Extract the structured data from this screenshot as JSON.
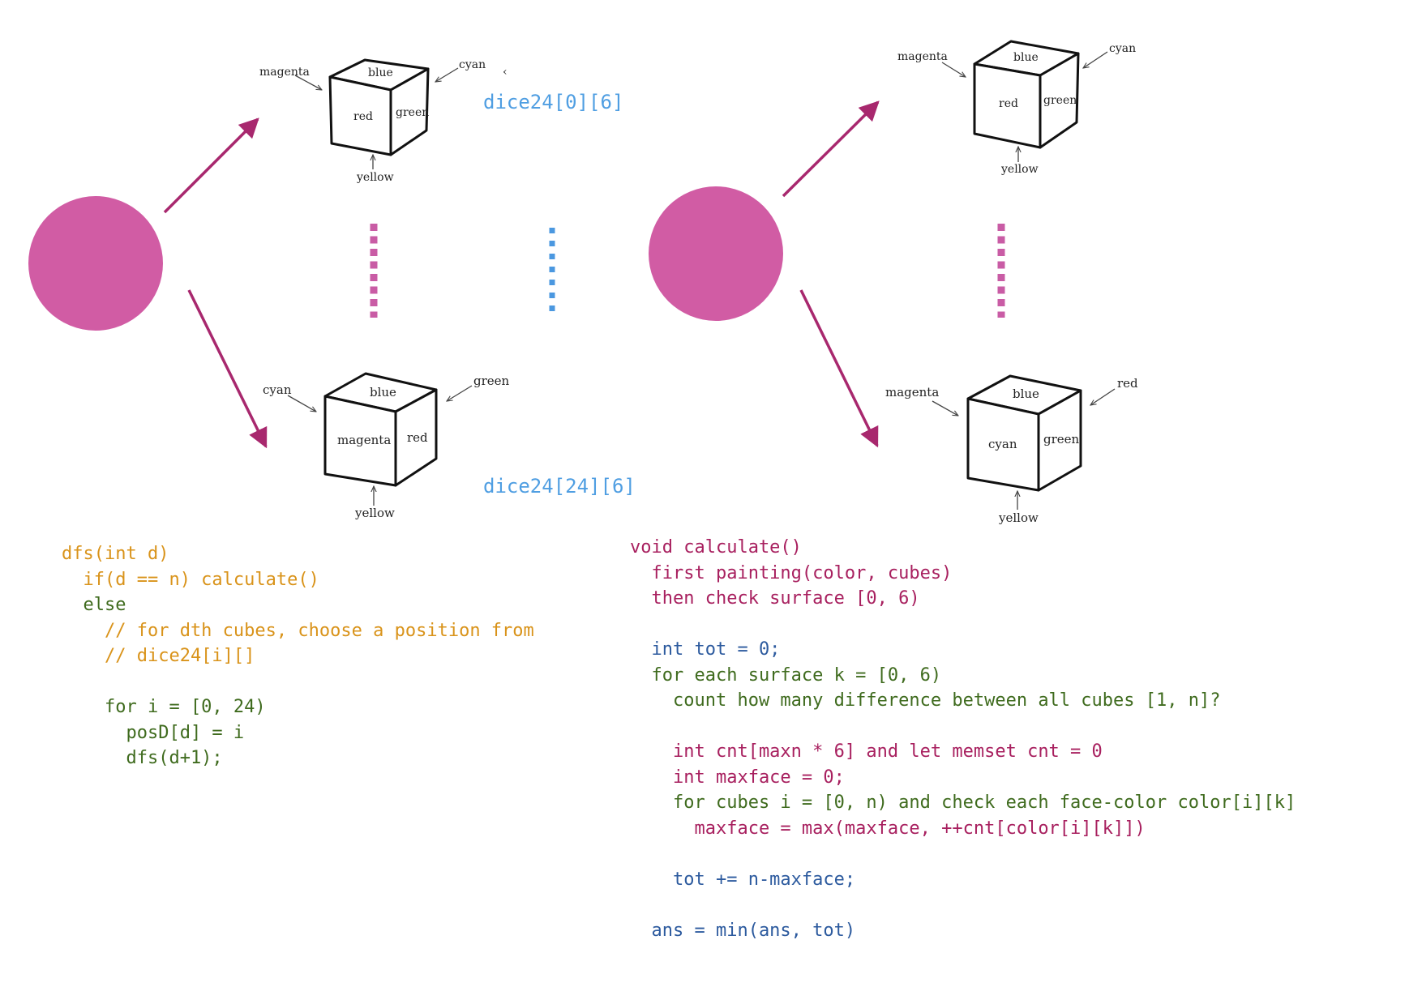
{
  "colors": {
    "node": "#d15ca4",
    "arrow": "#a8286e",
    "dots_magenta": "#c95ca5",
    "dots_blue": "#4b98e0",
    "index_blue": "#4f9ee2",
    "code_orange": "#d9931a",
    "code_green": "#3f6b1e",
    "code_purple": "#a8205f",
    "code_blue": "#2c5a9e"
  },
  "cubes": [
    {
      "top": "blue",
      "front": "red",
      "right": "green",
      "left_pointer": "magenta",
      "back_pointer": "cyan",
      "bottom_pointer": "yellow"
    },
    {
      "top": "blue",
      "front": "magenta",
      "right": "red",
      "left_pointer": "cyan",
      "back_pointer": "green",
      "bottom_pointer": "yellow"
    },
    {
      "top": "blue",
      "front": "red",
      "right": "green",
      "left_pointer": "magenta",
      "back_pointer": "cyan",
      "bottom_pointer": "yellow"
    },
    {
      "top": "blue",
      "front": "cyan",
      "right": "green",
      "left_pointer": "magenta",
      "back_pointer": "red",
      "bottom_pointer": "yellow"
    }
  ],
  "stray_mark": "‹",
  "indices": {
    "first": "dice24[0][6]",
    "last": "dice24[24][6]"
  },
  "code_left": [
    {
      "text": "dfs(int d)",
      "color": "orange"
    },
    {
      "text": "  if(d == n) calculate()",
      "color": "orange"
    },
    {
      "text": "  else",
      "color": "green"
    },
    {
      "text": "    // for dth cubes, choose a position from",
      "color": "orange"
    },
    {
      "text": "    // dice24[i][]",
      "color": "orange"
    },
    {
      "text": "",
      "color": "green"
    },
    {
      "text": "    for i = [0, 24)",
      "color": "green"
    },
    {
      "text": "      posD[d] = i",
      "color": "green"
    },
    {
      "text": "      dfs(d+1);",
      "color": "green"
    }
  ],
  "code_right": [
    {
      "text": "void calculate()",
      "color": "purple"
    },
    {
      "text": "  first painting(color, cubes)",
      "color": "purple"
    },
    {
      "text": "  then check surface [0, 6)",
      "color": "purple"
    },
    {
      "text": "",
      "color": "green"
    },
    {
      "text": "  int tot = 0;",
      "color": "blue"
    },
    {
      "text": "  for each surface k = [0, 6)",
      "color": "green"
    },
    {
      "text": "    count how many difference between all cubes [1, n]?",
      "color": "green"
    },
    {
      "text": "",
      "color": "green"
    },
    {
      "text": "    int cnt[maxn * 6] and let memset cnt = 0",
      "color": "purple"
    },
    {
      "text": "    int maxface = 0;",
      "color": "purple"
    },
    {
      "text": "    for cubes i = [0, n) and check each face-color color[i][k]",
      "color": "green"
    },
    {
      "text": "      maxface = max(maxface, ++cnt[color[i][k]])",
      "color": "purple"
    },
    {
      "text": "",
      "color": "green"
    },
    {
      "text": "    tot += n-maxface;",
      "color": "blue"
    },
    {
      "text": "",
      "color": "green"
    },
    {
      "text": "  ans = min(ans, tot)",
      "color": "blue"
    }
  ]
}
